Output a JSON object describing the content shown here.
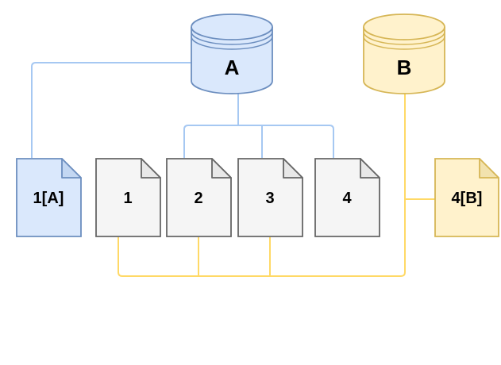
{
  "diagram": {
    "description": "Replication diagram with two databases and document versions",
    "databases": [
      {
        "id": "A",
        "label": "A",
        "fill": "#dae8fc",
        "stroke": "#6c8ebf"
      },
      {
        "id": "B",
        "label": "B",
        "fill": "#fff2cc",
        "stroke": "#d6b656"
      }
    ],
    "documents": [
      {
        "id": "1A",
        "label": "1[A]",
        "fill": "#dae8fc",
        "stroke": "#6c8ebf"
      },
      {
        "id": "1",
        "label": "1",
        "fill": "#f5f5f5",
        "stroke": "#666666"
      },
      {
        "id": "2",
        "label": "2",
        "fill": "#f5f5f5",
        "stroke": "#666666"
      },
      {
        "id": "3",
        "label": "3",
        "fill": "#f5f5f5",
        "stroke": "#666666"
      },
      {
        "id": "4",
        "label": "4",
        "fill": "#f5f5f5",
        "stroke": "#666666"
      },
      {
        "id": "4B",
        "label": "4[B]",
        "fill": "#fff2cc",
        "stroke": "#d6b656"
      }
    ],
    "edges": {
      "blue_edge_color": "#a6c8f2",
      "yellow_edge_color": "#ffd966",
      "connections": [
        {
          "from": "A",
          "to": "1[A]",
          "color": "#a6c8f2"
        },
        {
          "from": "A",
          "to": "2",
          "color": "#a6c8f2"
        },
        {
          "from": "A",
          "to": "3",
          "color": "#a6c8f2"
        },
        {
          "from": "A",
          "to": "4",
          "color": "#a6c8f2"
        },
        {
          "from": "B",
          "to": "1",
          "color": "#ffd966"
        },
        {
          "from": "B",
          "to": "2",
          "color": "#ffd966"
        },
        {
          "from": "B",
          "to": "3",
          "color": "#ffd966"
        },
        {
          "from": "B",
          "to": "4[B]",
          "color": "#ffd966"
        }
      ]
    },
    "background": "#ffffff"
  }
}
